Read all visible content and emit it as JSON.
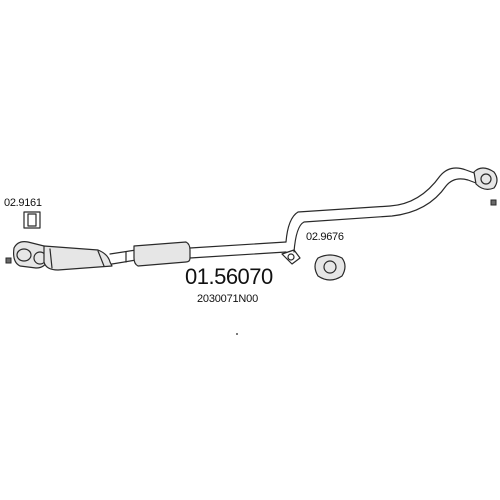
{
  "labels": {
    "gasket_front": "02.9161",
    "gasket_rear": "02.9676",
    "part_number": "01.56070",
    "oem_number": "2030071N00"
  },
  "colors": {
    "line": "#2a2a2a",
    "text": "#111111",
    "background": "#ffffff"
  }
}
